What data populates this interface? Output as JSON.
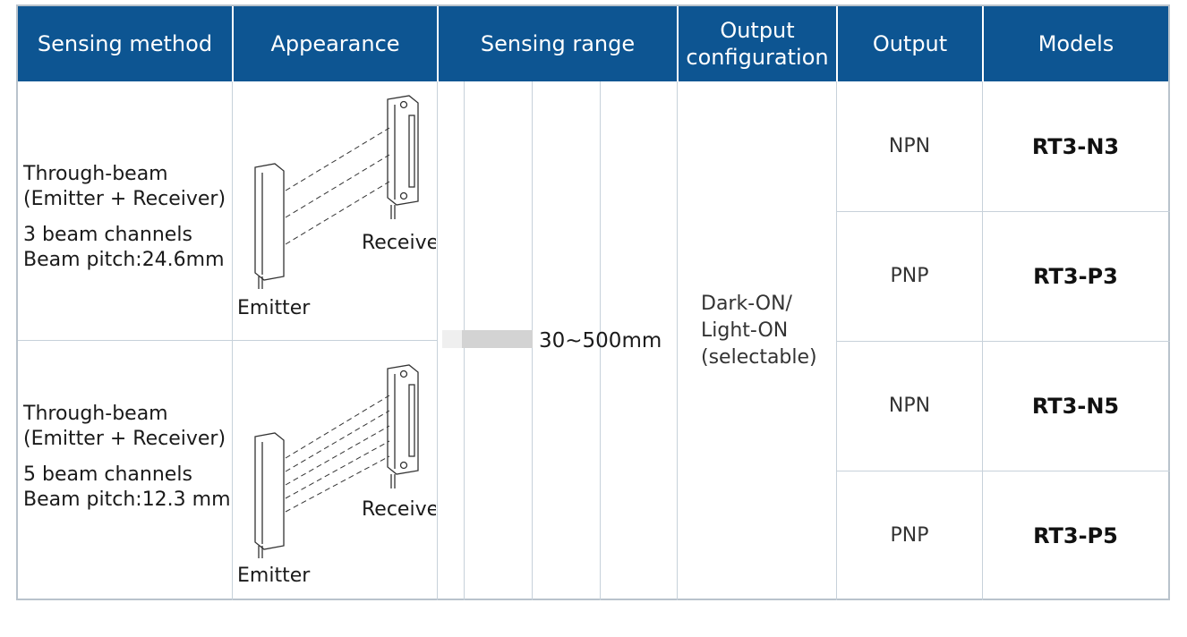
{
  "headers": {
    "sensing_method": "Sensing method",
    "appearance": "Appearance",
    "sensing_range": "Sensing range",
    "output_configuration_line1": "Output",
    "output_configuration_line2": "configuration",
    "output": "Output",
    "models": "Models"
  },
  "rows": [
    {
      "method_line1": "Through-beam",
      "method_line2": "(Emitter + Receiver)",
      "channels": "3 beam channels",
      "pitch": "Beam pitch:24.6mm",
      "receiver_label": "Receiver",
      "emitter_label": "Emitter"
    },
    {
      "method_line1": "Through-beam",
      "method_line2": "(Emitter + Receiver)",
      "channels": "5 beam channels",
      "pitch": "Beam pitch:12.3 mm",
      "receiver_label": "Receiver",
      "emitter_label": "Emitter"
    }
  ],
  "sensing_range_value": "30~500mm",
  "output_config": {
    "line1": "Dark-ON/",
    "line2": "Light-ON",
    "line3": "(selectable)"
  },
  "outputs": [
    {
      "type": "NPN",
      "model": "RT3-N3"
    },
    {
      "type": "PNP",
      "model": "RT3-P3"
    },
    {
      "type": "NPN",
      "model": "RT3-N5"
    },
    {
      "type": "PNP",
      "model": "RT3-P5"
    }
  ],
  "colors": {
    "header_bg": "#0d5592",
    "header_text": "#ffffff",
    "grid_line": "#c7d1da",
    "range_bar": "#d3d3d3"
  }
}
